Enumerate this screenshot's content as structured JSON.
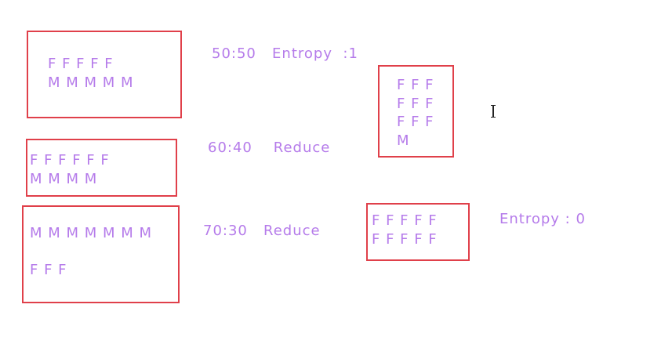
{
  "boxes": [
    {
      "lines": [
        "F F F F F",
        "M M M M M"
      ]
    },
    {
      "lines": [
        "F F F F F F",
        "M M M M"
      ]
    },
    {
      "lines": [
        "M M M M M M M",
        "",
        "F F F"
      ]
    },
    {
      "lines": [
        "F F F",
        "F F F",
        "F F F",
        "M"
      ]
    },
    {
      "lines": [
        "F F F F F",
        "F F F F F"
      ]
    }
  ],
  "labels": {
    "ratio_50": "50:50   Entropy  :1",
    "ratio_60": "60:40    Reduce",
    "ratio_70": "70:30   Reduce",
    "entropy_zero": "Entropy : 0"
  }
}
